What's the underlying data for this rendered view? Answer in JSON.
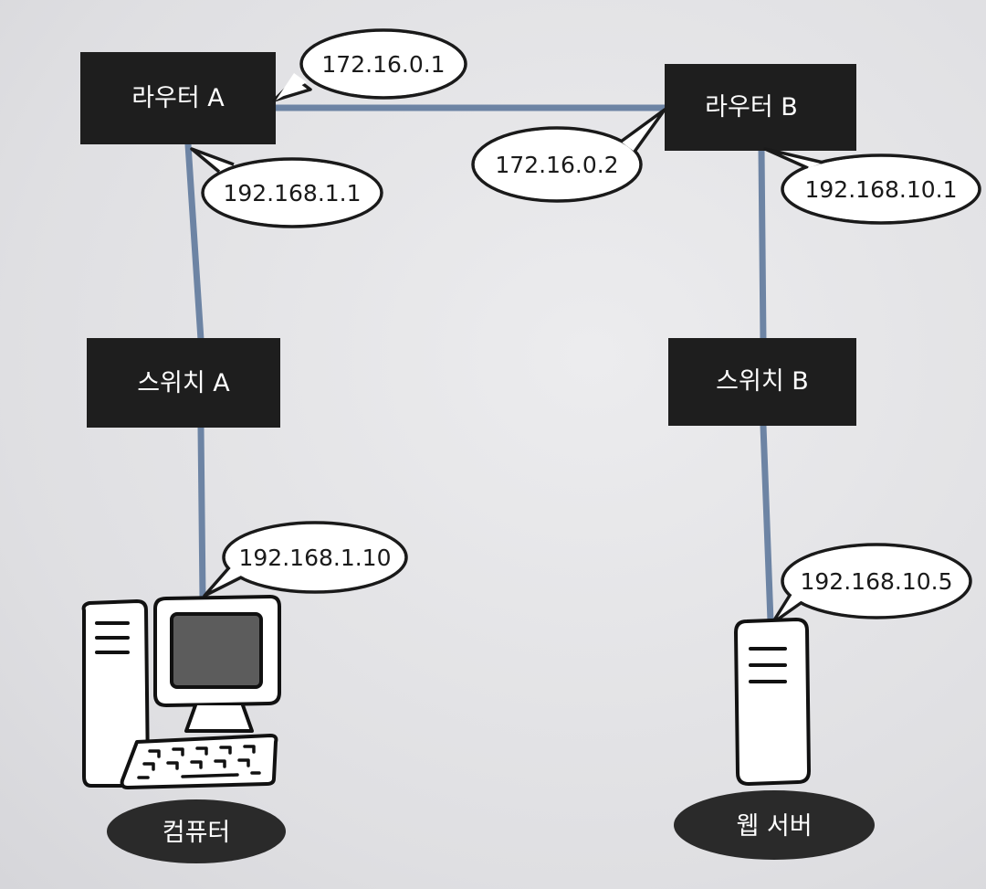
{
  "nodes": {
    "router_a": "라우터 A",
    "router_b": "라우터 B",
    "switch_a": "스위치 A",
    "switch_b": "스위치 B"
  },
  "addresses": {
    "router_a_wan": "172.16.0.1",
    "router_a_lan": "192.168.1.1",
    "router_b_wan": "172.16.0.2",
    "router_b_lan": "192.168.10.1",
    "computer": "192.168.1.10",
    "web_server": "192.168.10.5"
  },
  "endpoints": {
    "computer": "컴퓨터",
    "web_server": "웹 서버"
  },
  "colors": {
    "link": "#6d84a4",
    "node_fill": "#1e1e1e",
    "bubble_fill": "#ffffff",
    "screen_fill": "#5c5c5c"
  }
}
